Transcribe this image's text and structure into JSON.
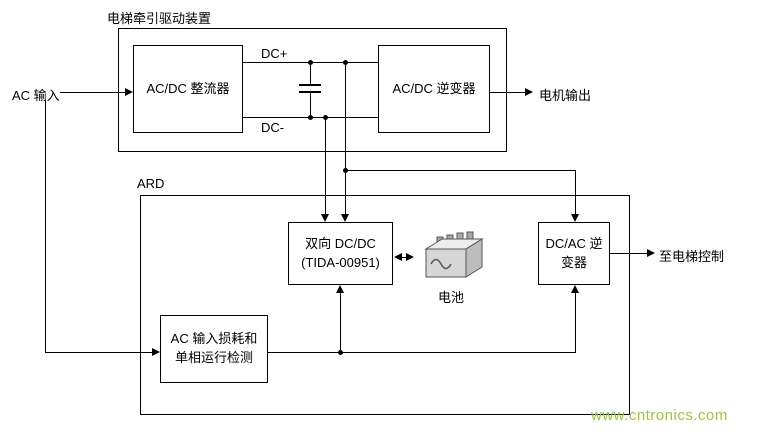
{
  "drive_unit": {
    "title": "电梯牵引驱动装置",
    "rectifier_label": "AC/DC 整流器",
    "inverter_label": "AC/DC 逆变器",
    "dc_plus_label": "DC+",
    "dc_minus_label": "DC-"
  },
  "ard": {
    "title": "ARD",
    "dcdc_line1": "双向 DC/DC",
    "dcdc_line2": "(TIDA-00951)",
    "battery_label": "电池",
    "dcac_label": "DC/AC 逆变器",
    "detection_line1": "AC 输入损耗和",
    "detection_line2": "单相运行检测"
  },
  "external_labels": {
    "ac_input": "AC 输入",
    "motor_output": "电机输出",
    "to_elevator_control": "至电梯控制"
  },
  "watermark": "www.cntronics.com",
  "colors": {
    "line": "#000000",
    "watermark": "#9dc53c",
    "background": "#ffffff"
  }
}
